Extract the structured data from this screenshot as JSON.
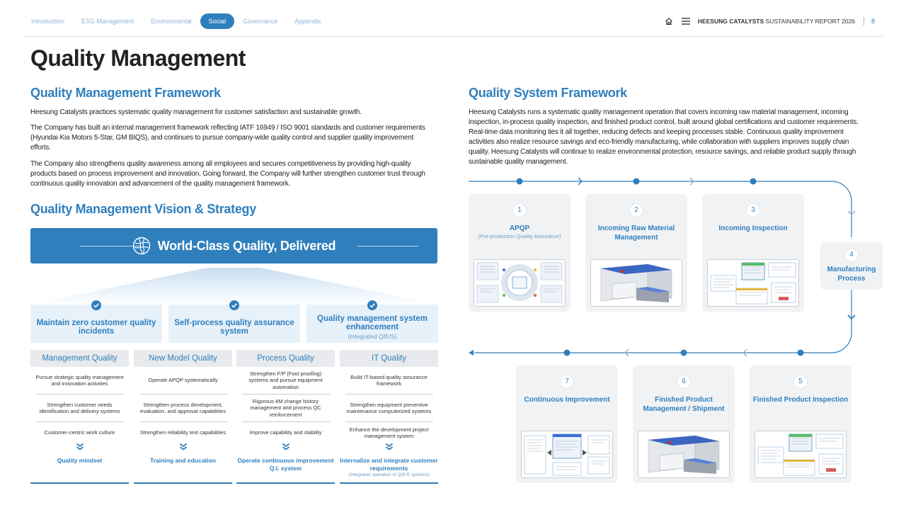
{
  "nav": {
    "tabs": [
      {
        "label": "Introduction"
      },
      {
        "label": "ESG Management"
      },
      {
        "label": "Environmental"
      },
      {
        "label": "Social"
      },
      {
        "label": "Governance"
      },
      {
        "label": "Appendix"
      }
    ],
    "active_tab": "Social",
    "icons": [
      "home-icon",
      "menu-icon"
    ],
    "brand": "HEESUNG CATALYSTS",
    "report": "SUSTAINABILITY REPORT 2026",
    "page_number": "8"
  },
  "page_title": "Quality Management",
  "left": {
    "framework": {
      "title": "Quality Management Framework",
      "paragraphs": [
        "Heesung Catalysts practices systematic quality management for customer satisfaction and sustainable growth.",
        "The Company has built an internal management framework reflecting IATF 16949 / ISO 9001 standards and customer requirements (Hyundai·Kia Motors 5-Star, GM BIQS), and continues to pursue company-wide quality control and supplier quality improvement efforts.",
        "The Company also strengthens quality awareness among all employees and secures competitiveness by providing high-quality products based on process improvement and innovation. Going forward, the Company will further strengthen customer trust through continuous quality innovation and advancement of the quality management framework."
      ]
    },
    "vision": {
      "title": "Quality Management Vision & Strategy",
      "banner": "World-Class Quality, Delivered",
      "banner_icon": "globe-icon",
      "goals": [
        {
          "label": "Maintain zero customer quality incidents",
          "sub": ""
        },
        {
          "label": "Self-process quality assurance system",
          "sub": ""
        },
        {
          "label": "Quality management system enhancement",
          "sub": "(Integrated Q/E/S)"
        }
      ],
      "columns": [
        {
          "header": "Management Quality",
          "items": [
            "Pursue strategic quality management and innovation activities",
            "Strengthen customer needs identification and delivery systems",
            "Customer-centric work culture"
          ],
          "result": "Quality mindset",
          "result_sub": ""
        },
        {
          "header": "New Model Quality",
          "items": [
            "Operate APQP systematically",
            "Strengthen process development, evaluation, and approval capabilities",
            "Strengthen reliability test capabilities"
          ],
          "result": "Training and education",
          "result_sub": ""
        },
        {
          "header": "Process Quality",
          "items": [
            "Strengthen F/P (Fool proofing) systems and pursue equipment automation",
            "Rigorous 4M change history management and process QC reinforcement",
            "Improve capability and stability"
          ],
          "result": "Operate continuous improvement Q.I. system",
          "result_sub": ""
        },
        {
          "header": "IT Quality",
          "items": [
            "Build IT-based quality assurance framework",
            "Strengthen equipment preventive maintenance computerized systems",
            "Enhance the development project management system"
          ],
          "result": "Internalize and integrate customer requirements",
          "result_sub": "(Integrated operation of Q/E/S systems)"
        }
      ]
    }
  },
  "right": {
    "title": "Quality System Framework",
    "paragraph": "Heesung Catalysts runs a systematic quality management operation that covers incoming raw material management, incoming inspection, in-process quality inspection, and finished product control, built around global certifications and customer requirements. Real-time data monitoring ties it all together, reducing defects and keeping processes stable. Continuous quality improvement activities also realize resource savings and eco-friendly manufacturing, while collaboration with suppliers improves supply chain quality. Heesung Catalysts will continue to realize environmental protection, resource savings, and reliable product supply through sustainable quality management.",
    "steps": [
      {
        "num": "1",
        "label": "APQP",
        "sub": "(Pre-production Quality Assurance)"
      },
      {
        "num": "2",
        "label": "Incoming Raw Material Management",
        "sub": ""
      },
      {
        "num": "3",
        "label": "Incoming Inspection",
        "sub": ""
      },
      {
        "num": "4",
        "label": "Manufacturing Process",
        "sub": ""
      },
      {
        "num": "5",
        "label": "Finished Product Inspection",
        "sub": ""
      },
      {
        "num": "6",
        "label": "Finished Product Management / Shipment",
        "sub": ""
      },
      {
        "num": "7",
        "label": "Continuous Improvement",
        "sub": ""
      }
    ]
  },
  "colors": {
    "accent": "#2f7fbd",
    "accent_light": "#e7f1fa",
    "card_bg": "#f1f2f4",
    "header_bg": "#e8eaed"
  }
}
